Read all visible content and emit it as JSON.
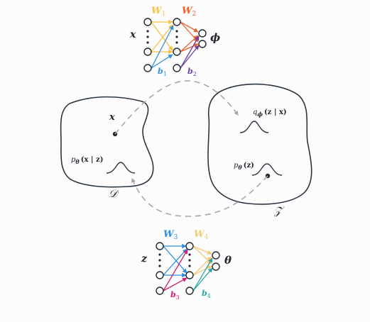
{
  "encoder": {
    "input_label": "x",
    "output_label": "ϕ",
    "weight1": "W",
    "weight1_sub": "1",
    "weight2": "W",
    "weight2_sub": "2",
    "bias1": "b",
    "bias1_sub": "1",
    "bias2": "b",
    "bias2_sub": "2"
  },
  "decoder": {
    "input_label": "z",
    "output_label": "θ",
    "weight1": "W",
    "weight1_sub": "3",
    "weight2": "W",
    "weight2_sub": "4",
    "bias1": "b",
    "bias1_sub": "3",
    "bias2": "b",
    "bias2_sub": "4"
  },
  "data_space": {
    "name": "𝒟",
    "point_label": "x",
    "dist_p": "p",
    "dist_sub": "θ",
    "dist_args": "(x | z)"
  },
  "latent_space": {
    "name": "𝒵",
    "posterior_q": "q",
    "posterior_sub": "ϕ",
    "posterior_args": "(z | x)",
    "prior_p": "p",
    "prior_sub": "θ",
    "prior_args": "(z)"
  },
  "colors": {
    "w1": "#f6c244",
    "w2": "#e8632b",
    "b1": "#2f8fd8",
    "b2": "#6b3fa6",
    "w3": "#2f8fd8",
    "w4": "#f2c878",
    "b3": "#d81b70",
    "b4": "#2aa6a0",
    "node": "#222831",
    "outline": "#2b3540",
    "arrow": "#a8a8a8"
  }
}
